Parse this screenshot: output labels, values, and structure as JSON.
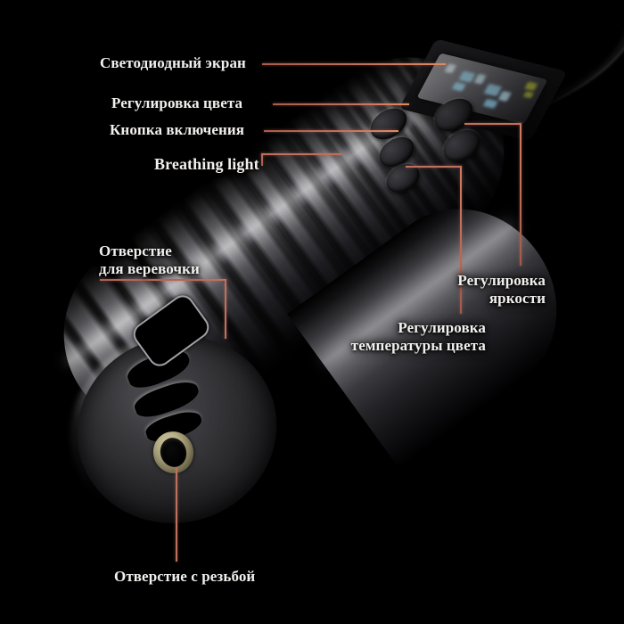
{
  "image": {
    "subject": "LED light wand product photo",
    "background_color": "#000000",
    "leader_line_color": "#c0705e",
    "label_text_color": "#f2f0ee"
  },
  "callouts": [
    {
      "id": "led-screen",
      "text": "Светодиодный экран",
      "lines": [
        "Светодиодный экран"
      ]
    },
    {
      "id": "color-adjust",
      "text": "Регулировка цвета",
      "lines": [
        "Регулировка цвета"
      ]
    },
    {
      "id": "power-button",
      "text": "Кнопка включения",
      "lines": [
        "Кнопка включения"
      ]
    },
    {
      "id": "breathing-light",
      "text": "Breathing light",
      "lines": [
        "Breathing light"
      ]
    },
    {
      "id": "lanyard-hole",
      "text": "Отверстие для веревочки",
      "lines": [
        "Отверстие",
        "для веревочки"
      ]
    },
    {
      "id": "brightness-adjust",
      "text": "Регулировка яркости",
      "lines": [
        "Регулировка",
        "яркости"
      ]
    },
    {
      "id": "color-temp-adjust",
      "text": "Регулировка температуры цвета",
      "lines": [
        "Регулировка",
        "температуры цвета"
      ]
    },
    {
      "id": "threaded-hole",
      "text": "Отверстие с резьбой",
      "lines": [
        "Отверстие с резьбой"
      ]
    }
  ],
  "device": {
    "led_display": {
      "digit_color": "#bfe6f5",
      "accent_color": "#c9d24a",
      "panel_color": "#7a7a80"
    },
    "thread_ring_color": "#b5ad85",
    "body_color": "#2c2c2e"
  }
}
